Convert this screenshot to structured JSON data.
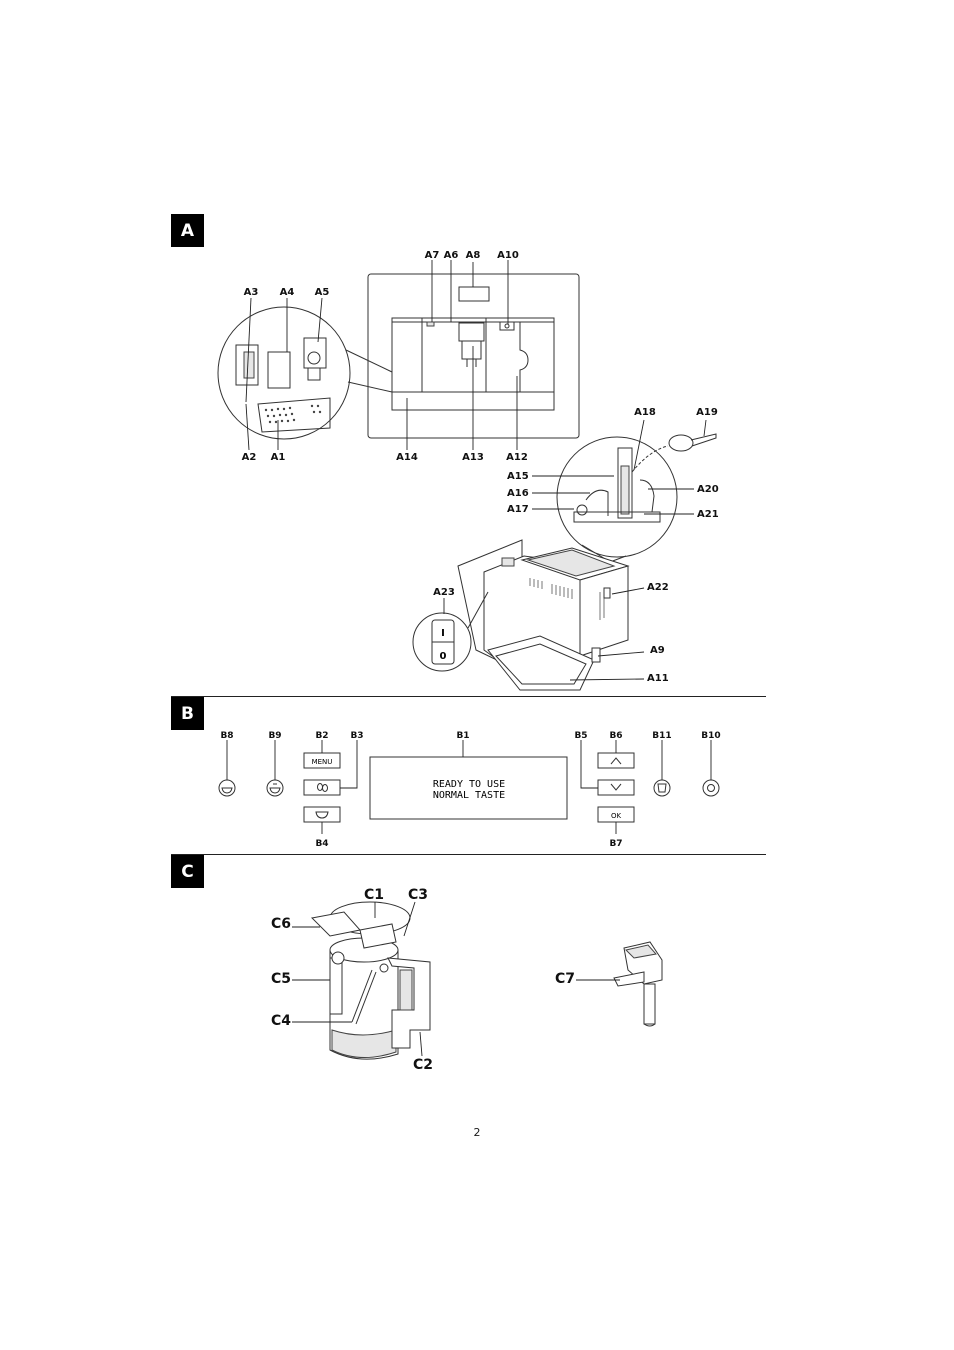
{
  "sections": {
    "a": "A",
    "b": "B",
    "c": "C"
  },
  "labels_a": {
    "a1": "A1",
    "a2": "A2",
    "a3": "A3",
    "a4": "A4",
    "a5": "A5",
    "a6": "A6",
    "a7": "A7",
    "a8": "A8",
    "a9": "A9",
    "a10": "A10",
    "a11": "A11",
    "a12": "A12",
    "a13": "A13",
    "a14": "A14",
    "a15": "A15",
    "a16": "A16",
    "a17": "A17",
    "a18": "A18",
    "a19": "A19",
    "a20": "A20",
    "a21": "A21",
    "a22": "A22",
    "a23": "A23"
  },
  "switch": {
    "on": "I",
    "off": "0"
  },
  "labels_b": {
    "b1": "B1",
    "b2": "B2",
    "b3": "B3",
    "b4": "B4",
    "b5": "B5",
    "b6": "B6",
    "b7": "B7",
    "b8": "B8",
    "b9": "B9",
    "b10": "B10",
    "b11": "B11"
  },
  "panel": {
    "menu_label": "MENU",
    "ok_label": "OK",
    "display_line1": "READY TO USE",
    "display_line2": "NORMAL TASTE"
  },
  "labels_c": {
    "c1": "C1",
    "c2": "C2",
    "c3": "C3",
    "c4": "C4",
    "c5": "C5",
    "c6": "C6",
    "c7": "C7"
  },
  "page_number": "2"
}
